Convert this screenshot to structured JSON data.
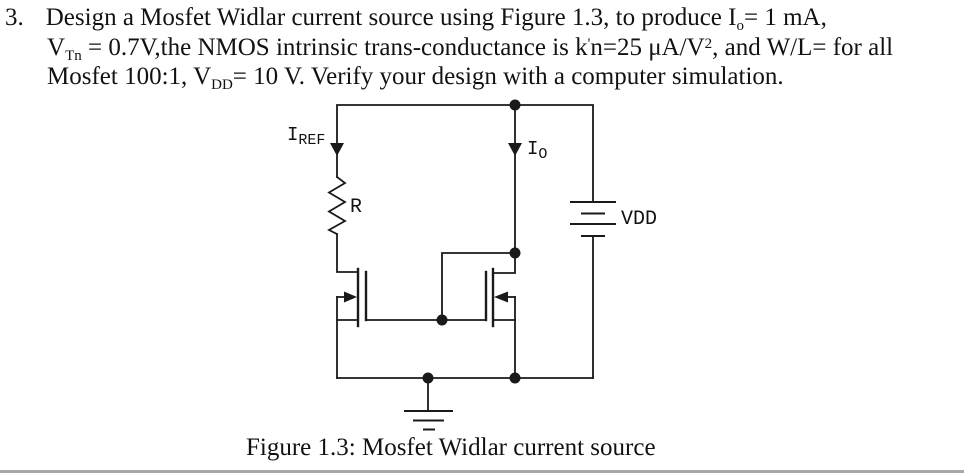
{
  "problem": {
    "number": "3.",
    "lines": [
      [
        {
          "t": "Design a Mosfet Widlar current source using Figure 1.3, to produce I"
        },
        {
          "sub": "o"
        },
        {
          "t": "= 1 mA,"
        }
      ],
      [
        {
          "t": "V"
        },
        {
          "sub": "Tn"
        },
        {
          "t": " = 0.7V,the NMOS intrinsic trans-conductance is k"
        },
        {
          "sup": "'"
        },
        {
          "t": "n=25 μA/V"
        },
        {
          "sup": "2"
        },
        {
          "t": ", and W/L= for all"
        }
      ],
      [
        {
          "t": "Mosfet 100:1, V"
        },
        {
          "sub": "DD"
        },
        {
          "t": "= 10 V. Verify your design with a computer simulation."
        }
      ]
    ]
  },
  "circuit": {
    "labels": {
      "iref_main": "I",
      "iref_sub": "REF",
      "io_main": "I",
      "io_sub": "O",
      "resistor": "R",
      "vdd": "VDD"
    }
  },
  "caption": "Figure 1.3: Mosfet Widlar current source",
  "colors": {
    "ink": "#121212",
    "wire": "#1a1a1a",
    "bottom_bar": "#a8a8a8",
    "background": "#ffffff"
  }
}
